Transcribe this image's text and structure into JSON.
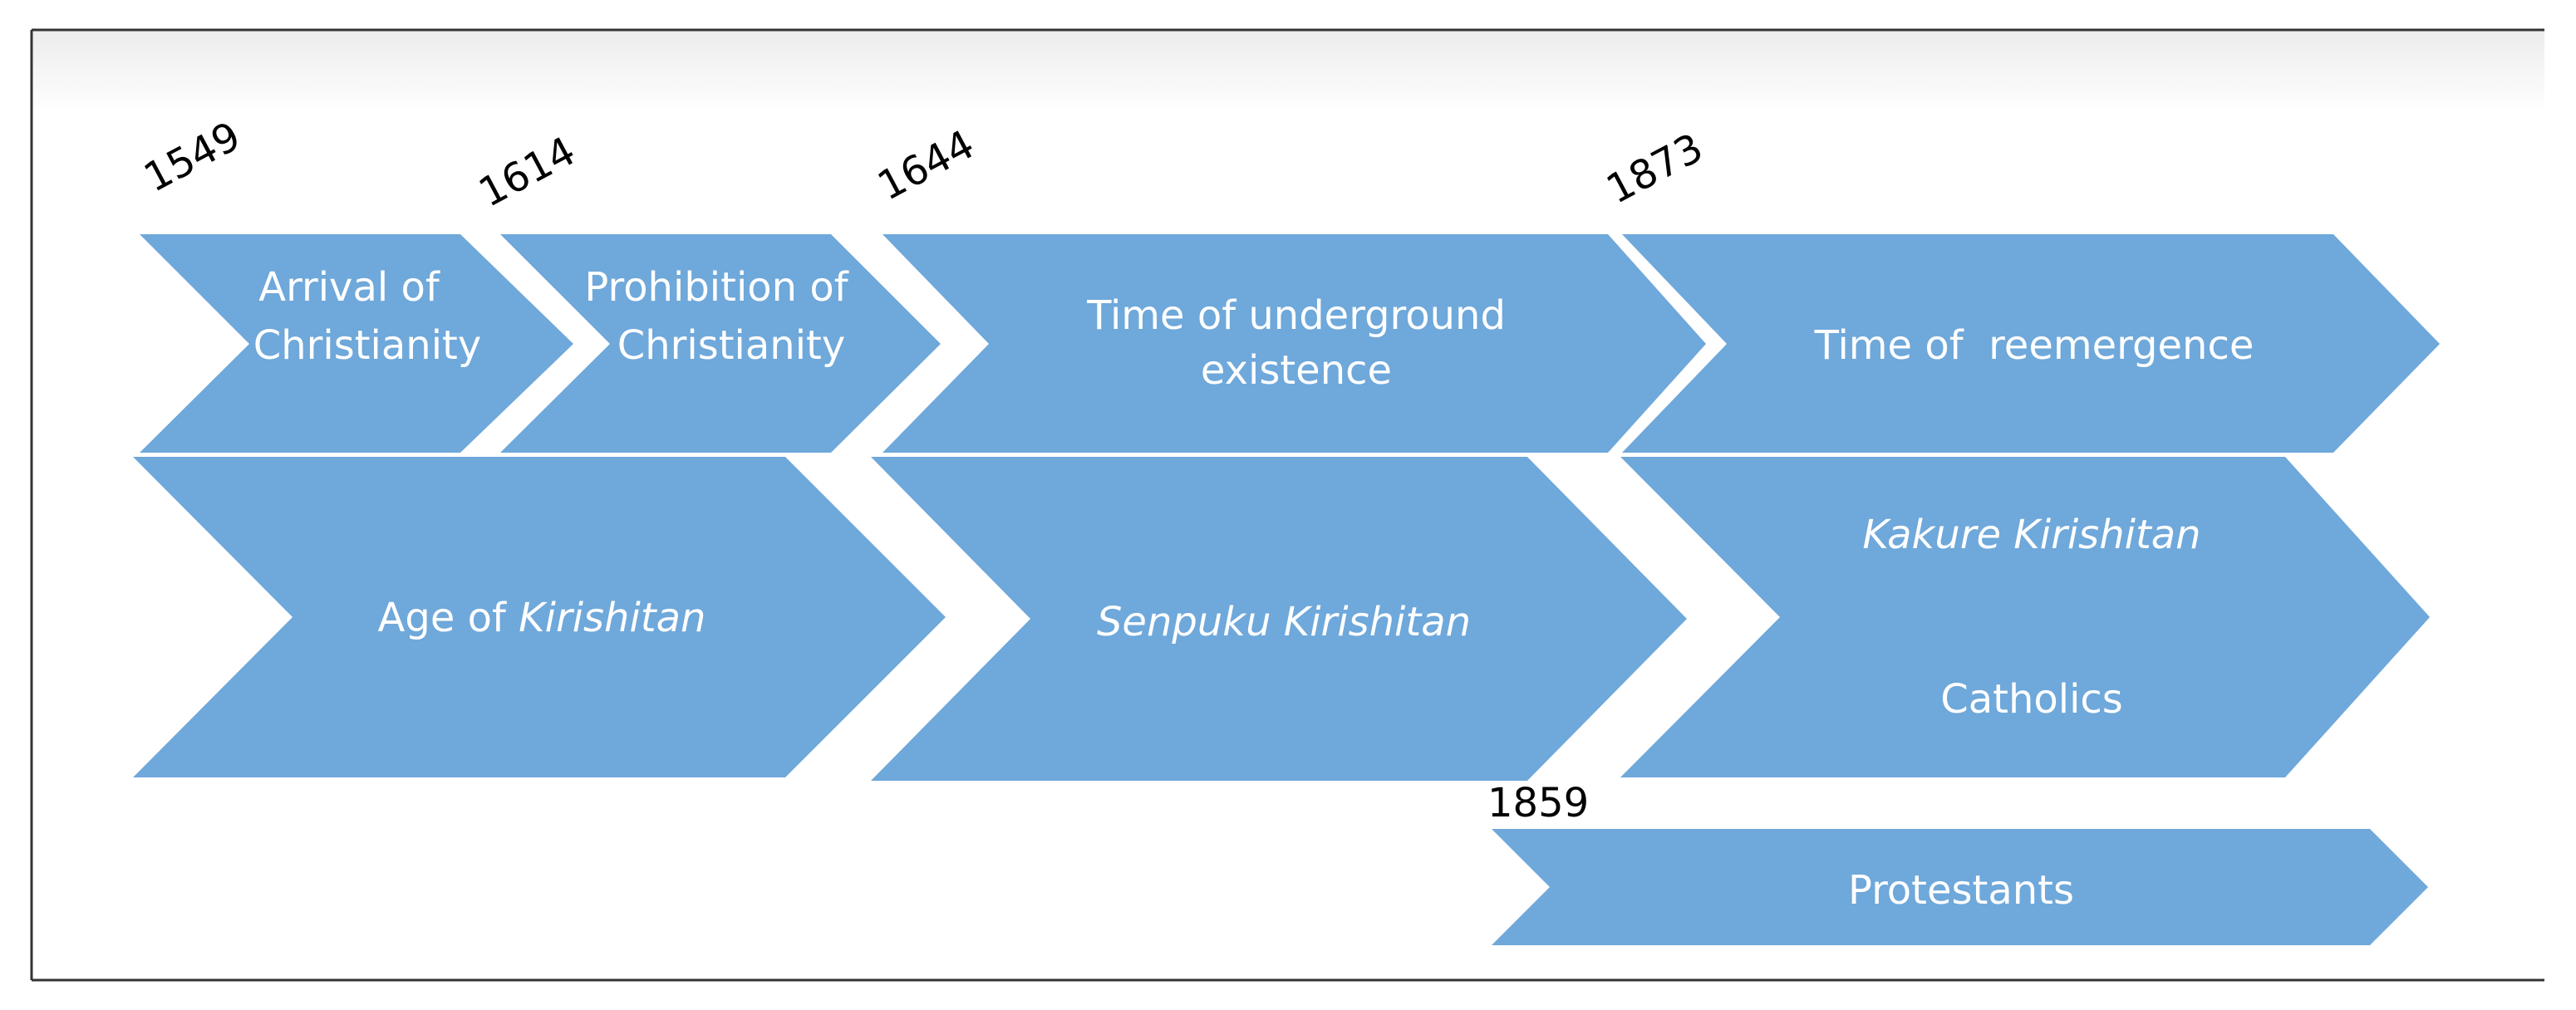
{
  "years": {
    "y1549": "1549",
    "y1614": "1614",
    "y1644": "1644",
    "y1873": "1873",
    "y1859": "1859"
  },
  "top_row": {
    "arrival": [
      "Arrival of",
      "Christianity"
    ],
    "prohibition": [
      "Prohibition of",
      "Christianity"
    ],
    "underground": [
      "Time of underground",
      "existence"
    ],
    "reemergence": "Time of  reemergence"
  },
  "middle_row": {
    "age_prefix": "Age of ",
    "age_italic": "Kirishitan",
    "senpuku": "Senpuku Kirishitan",
    "kakure": "Kakure Kirishitan",
    "catholics": "Catholics"
  },
  "bottom_row": {
    "protestants": "Protestants"
  },
  "colors": {
    "chevron_fill": "#6fa8da",
    "label_text": "#ffffff",
    "year_text": "#000000"
  }
}
